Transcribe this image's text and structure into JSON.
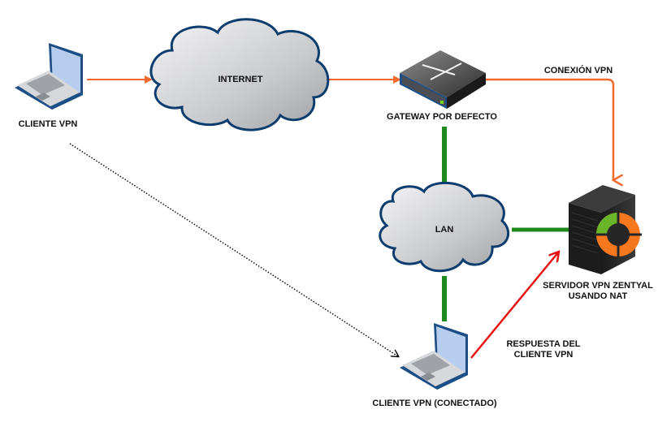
{
  "diagram": {
    "nodes": {
      "client_vpn": {
        "label": "CLIENTE VPN",
        "icon": "laptop-icon"
      },
      "internet": {
        "label": "INTERNET",
        "icon": "cloud-icon"
      },
      "gateway": {
        "label": "GATEWAY POR DEFECTO",
        "icon": "network-switch-icon"
      },
      "lan": {
        "label": "LAN",
        "icon": "cloud-icon"
      },
      "server": {
        "label_line1": "SERVIDOR VPN ZENTYAL",
        "label_line2": "USANDO NAT",
        "icon": "zentyal-server-icon"
      },
      "client_connected": {
        "label": "CLIENTE VPN (CONECTADO)",
        "icon": "laptop-icon"
      }
    },
    "edges": {
      "vpn_connection": {
        "label": "CONEXIÓN VPN",
        "color": "#f26a2e"
      },
      "client_response": {
        "label_line1": "RESPUESTA DEL",
        "label_line2": "CLIENTE VPN",
        "color": "#e81010"
      },
      "lan_link_color": "#1e8a1e",
      "dotted_transition_color": "#111111"
    },
    "colors": {
      "cloud_stroke": "#0d3d6e",
      "laptop_screen": "#b7cdee",
      "server_orange": "#f5781f",
      "server_green": "#6bb52a"
    }
  }
}
